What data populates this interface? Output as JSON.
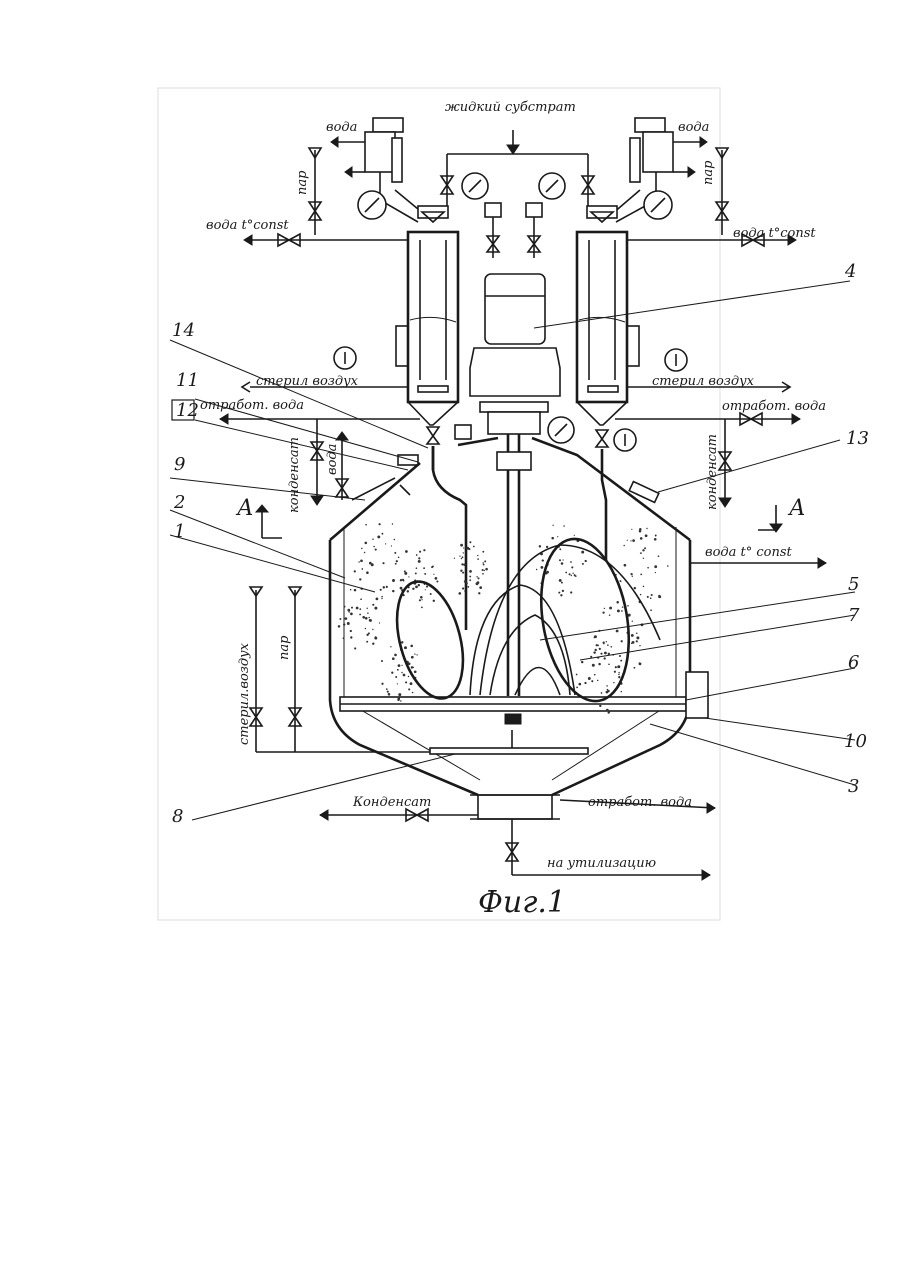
{
  "labels": {
    "liquid_substrate": "жидкий субстрат",
    "water_left": "вода",
    "water_right": "вода",
    "steam_left_top": "пар",
    "steam_right_top": "пар",
    "water_tconst_left": "вода t°const",
    "water_tconst_right": "вода t°const",
    "sterile_air_left": "стерил воздух",
    "sterile_air_right": "стерил воздух",
    "spent_water_left": "отработ. вода",
    "spent_water_right": "отработ. вода",
    "condensate_left": "конденсат",
    "condensate_right": "конденсат",
    "water_small": "вода",
    "water_tconst_vessel": "вода t° const",
    "sterile_air_vertical": "стерил.воздух",
    "steam_vertical": "пар",
    "condensate_bottom": "Конденсат",
    "spent_water_bottom": "отработ. вода",
    "to_disposal": "на утилизацию",
    "section_a_left": "А",
    "section_a_right": "А"
  },
  "callouts": {
    "n1": "1",
    "n2": "2",
    "n3": "3",
    "n4": "4",
    "n5": "5",
    "n6": "6",
    "n7": "7",
    "n8": "8",
    "n9": "9",
    "n10": "10",
    "n11": "11",
    "n12": "12",
    "n13": "13",
    "n14": "14"
  },
  "caption": "Фиг.1"
}
